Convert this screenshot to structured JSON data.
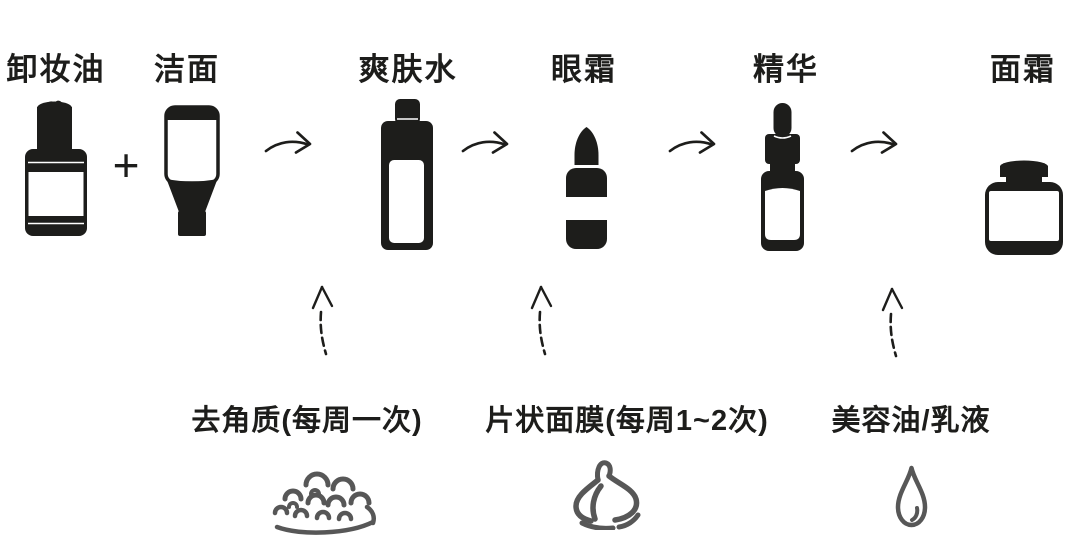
{
  "palette": {
    "ink": "#1d1d1b",
    "sketch": "#575757",
    "background": "#ffffff"
  },
  "routine": {
    "plus_sign": "+",
    "steps": [
      {
        "id": "cleansing-oil",
        "label": "卸妆油",
        "icon": "cleansing-oil-bottle-icon"
      },
      {
        "id": "cleanser",
        "label": "洁面",
        "icon": "cleanser-bottle-icon"
      },
      {
        "id": "toner",
        "label": "爽肤水",
        "icon": "toner-bottle-icon"
      },
      {
        "id": "eye-cream",
        "label": "眼霜",
        "icon": "eye-cream-tube-icon"
      },
      {
        "id": "serum",
        "label": "精华",
        "icon": "serum-dropper-icon"
      },
      {
        "id": "face-cream",
        "label": "面霜",
        "icon": "face-cream-jar-icon"
      }
    ],
    "extras": [
      {
        "id": "exfoliate",
        "label": "去角质(每周一次)",
        "icon": "exfoliator-scrub-icon",
        "points_to": "toner"
      },
      {
        "id": "sheet-mask",
        "label": "片状面膜(每周1~2次)",
        "icon": "sheet-mask-icon",
        "points_to": "eye-cream"
      },
      {
        "id": "oil-lotion",
        "label": "美容油/乳液",
        "icon": "oil-drop-icon",
        "points_to": "serum"
      }
    ]
  }
}
